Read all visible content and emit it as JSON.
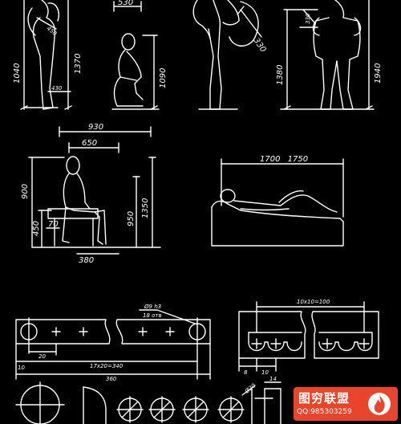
{
  "figures": {
    "standing_front": {
      "dims": [
        "1040",
        "1370",
        "430",
        "450"
      ]
    },
    "squatting": {
      "dims": [
        "530",
        "1090"
      ]
    },
    "arms_raised": {
      "dims": [
        "330"
      ]
    },
    "standing_back": {
      "dims": [
        "330",
        "1380",
        "1940"
      ]
    },
    "seated": {
      "dims": [
        "930",
        "650",
        "900",
        "450",
        "70",
        "950",
        "1350",
        "380"
      ]
    },
    "reclining": {
      "dims": [
        "1700",
        "1750"
      ]
    }
  },
  "parts": {
    "plate_left": {
      "dims": [
        "Ø9 h3",
        "18 отв",
        "20",
        "10",
        "17x20=340",
        "360"
      ]
    },
    "plate_right": {
      "dims": [
        "10x10=100",
        "8",
        "10"
      ]
    },
    "bottom_row": {
      "dims": [
        "14",
        "Ø20"
      ]
    }
  },
  "badge": {
    "title": "图穷联盟",
    "qq": "QQ:985303259",
    "icon": "flame-icon"
  },
  "colors": {
    "background": "#000000",
    "lines": "#ffffff",
    "badge": "#e8452c"
  }
}
